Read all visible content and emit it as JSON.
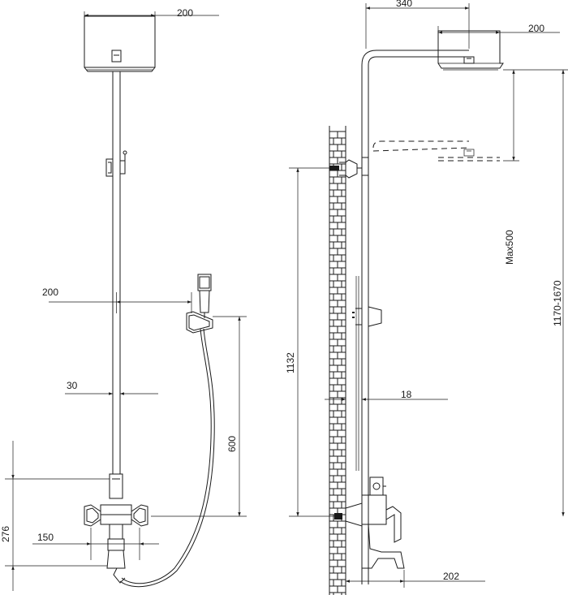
{
  "front_view": {
    "head_width": "200",
    "handshower_offset": "200",
    "pipe_offset": "30",
    "handshower_height": "600",
    "mixer_height": "276",
    "mixer_center": "150"
  },
  "side_view": {
    "arm_reach": "340",
    "head_width": "200",
    "adjust_range": "Max500",
    "head_height": "1170-1670",
    "bracket_height": "1132",
    "wall_gap": "18",
    "spout_reach": "202"
  }
}
